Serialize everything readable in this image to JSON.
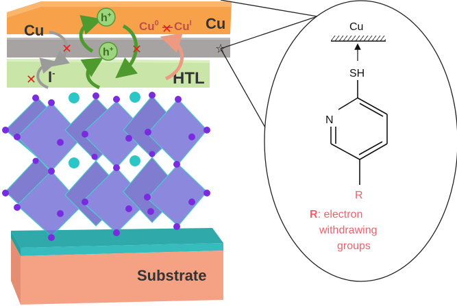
{
  "device_stack": {
    "layers": [
      {
        "name": "Cu",
        "label": "Cu",
        "color": "#f7a24a"
      },
      {
        "name": "interlayer",
        "label": "",
        "color": "#a8a3a3"
      },
      {
        "name": "HTL",
        "label": "HTL",
        "color": "#c9e6a8"
      },
      {
        "name": "perovskite",
        "label": "",
        "color": "#6e6ad0"
      },
      {
        "name": "electrode",
        "label": "",
        "color": "#2fb5b5"
      },
      {
        "name": "substrate",
        "label": "Substrate",
        "color": "#f4a184"
      }
    ],
    "annotations": {
      "cu_left": "Cu",
      "iodide": "I",
      "iodide_sup": "-",
      "hole_top": "h",
      "hole_top_sup": "+",
      "hole_mid": "h",
      "hole_mid_sup": "+",
      "cu0": "Cu",
      "cu0_sup": "0",
      "cuI": "Cu",
      "cuI_sup": "I"
    },
    "blocked_marker": "✕",
    "star_marker": "☆"
  },
  "inset": {
    "surface_label": "Cu",
    "anchor_group": "SH",
    "ring_heteroatom": "N",
    "substituent": "R",
    "legend_bold": "R",
    "legend_line1": ": electron",
    "legend_line2": "withdrawing",
    "legend_line3": "groups"
  },
  "colors": {
    "cross_red": "#e8201c",
    "arrow_green": "#4f9a2f",
    "arrow_gray": "#9b9b9b",
    "arrow_salmon": "#ee9a80",
    "hole_fill": "#9dd47e",
    "legend_pink": "#f0606a"
  }
}
